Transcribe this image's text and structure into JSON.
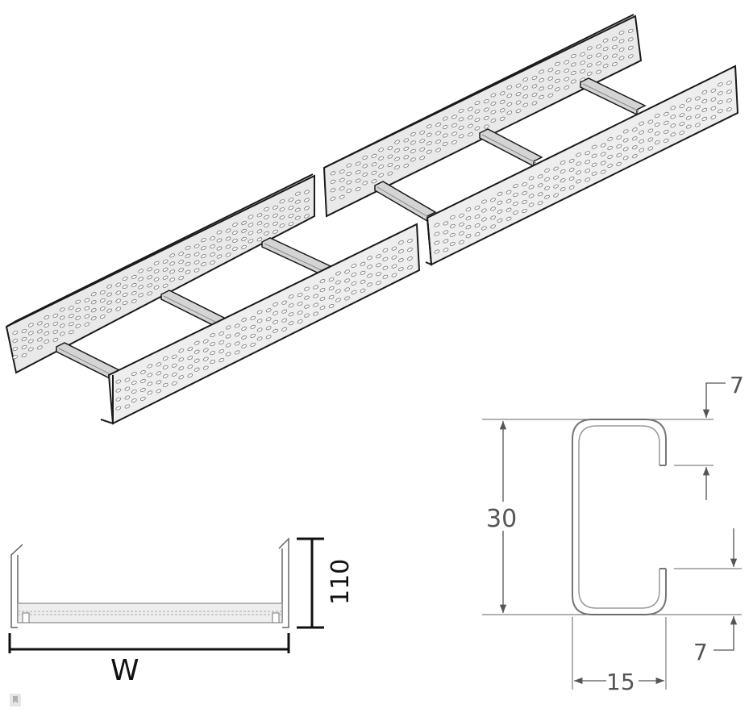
{
  "cross_section": {
    "height_label": "110",
    "width_label": "W"
  },
  "c_profile": {
    "height_label": "30",
    "width_label": "15",
    "top_lip_label": "7",
    "bottom_lip_label": "7"
  },
  "colors": {
    "line": "#1a1a1a",
    "panel_fill": "#e9e9e9",
    "rung_fill": "#d4d4d4",
    "dim_line": "#555555"
  }
}
